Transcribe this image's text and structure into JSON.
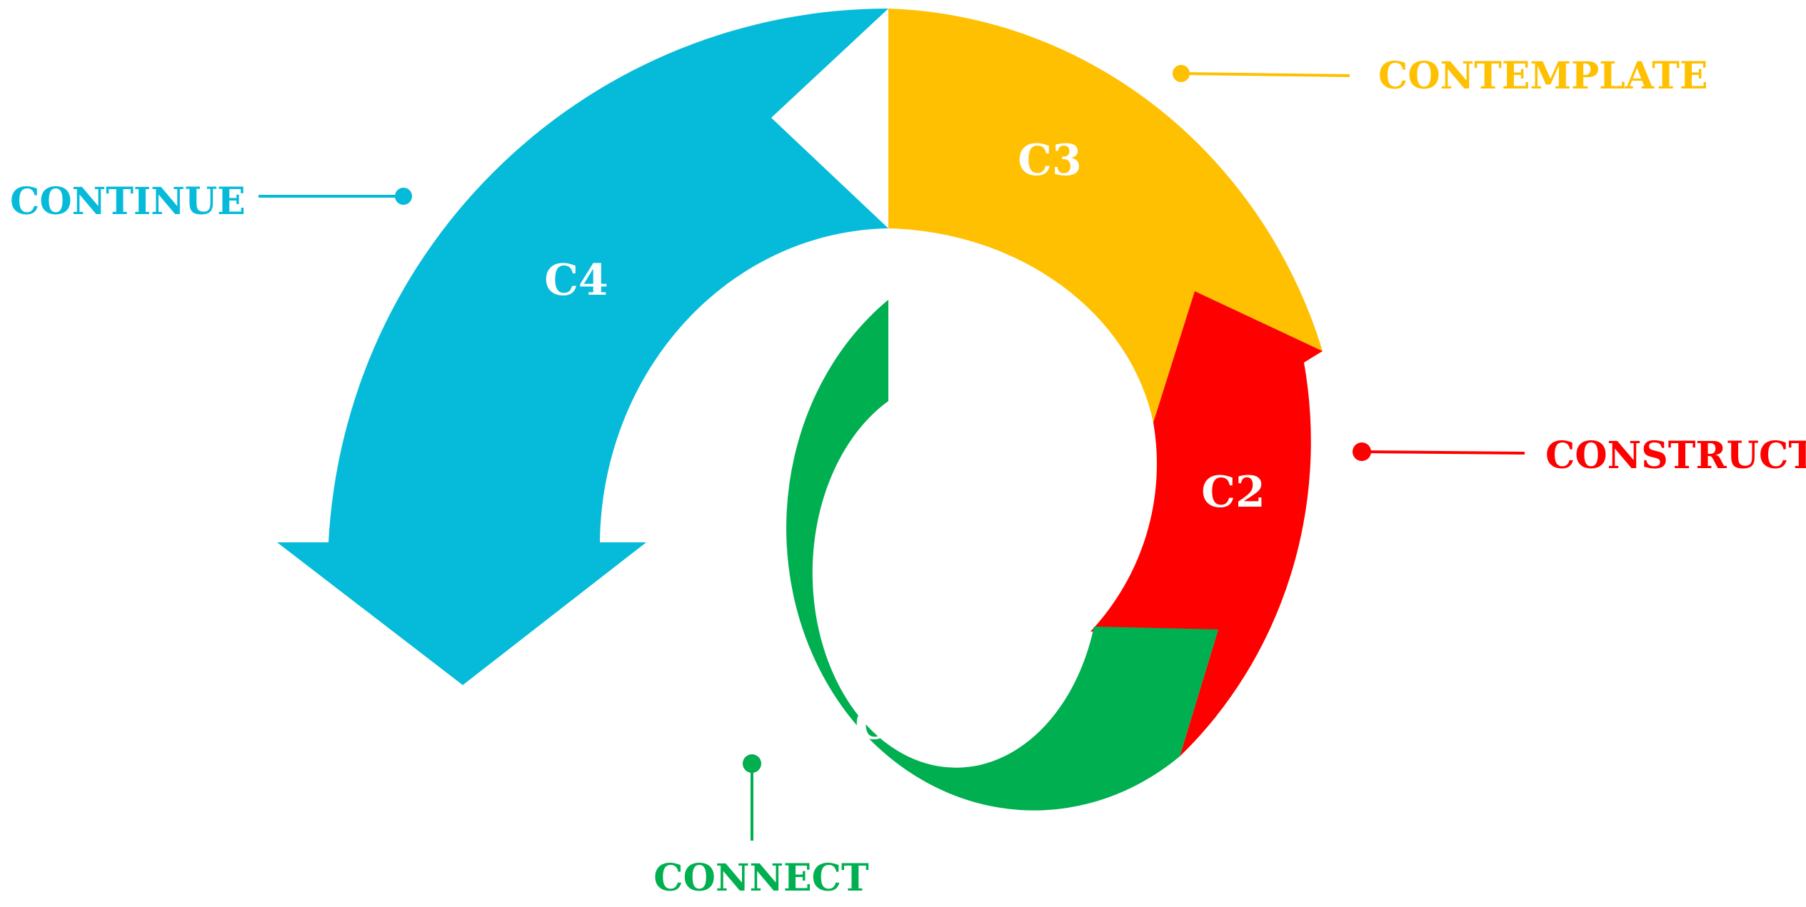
{
  "colors": {
    "c1": "#00AF50",
    "c2": "#FF0000",
    "c3": "#FEC000",
    "c4": "#05BBD9"
  },
  "segments": {
    "c1": "C1",
    "c2": "C2",
    "c3": "C3",
    "c4": "C4"
  },
  "labels": {
    "connect": "CONNECT",
    "construct": "CONSTRUCT",
    "contemplate": "CONTEMPLATE",
    "continue": "CONTINUE"
  }
}
